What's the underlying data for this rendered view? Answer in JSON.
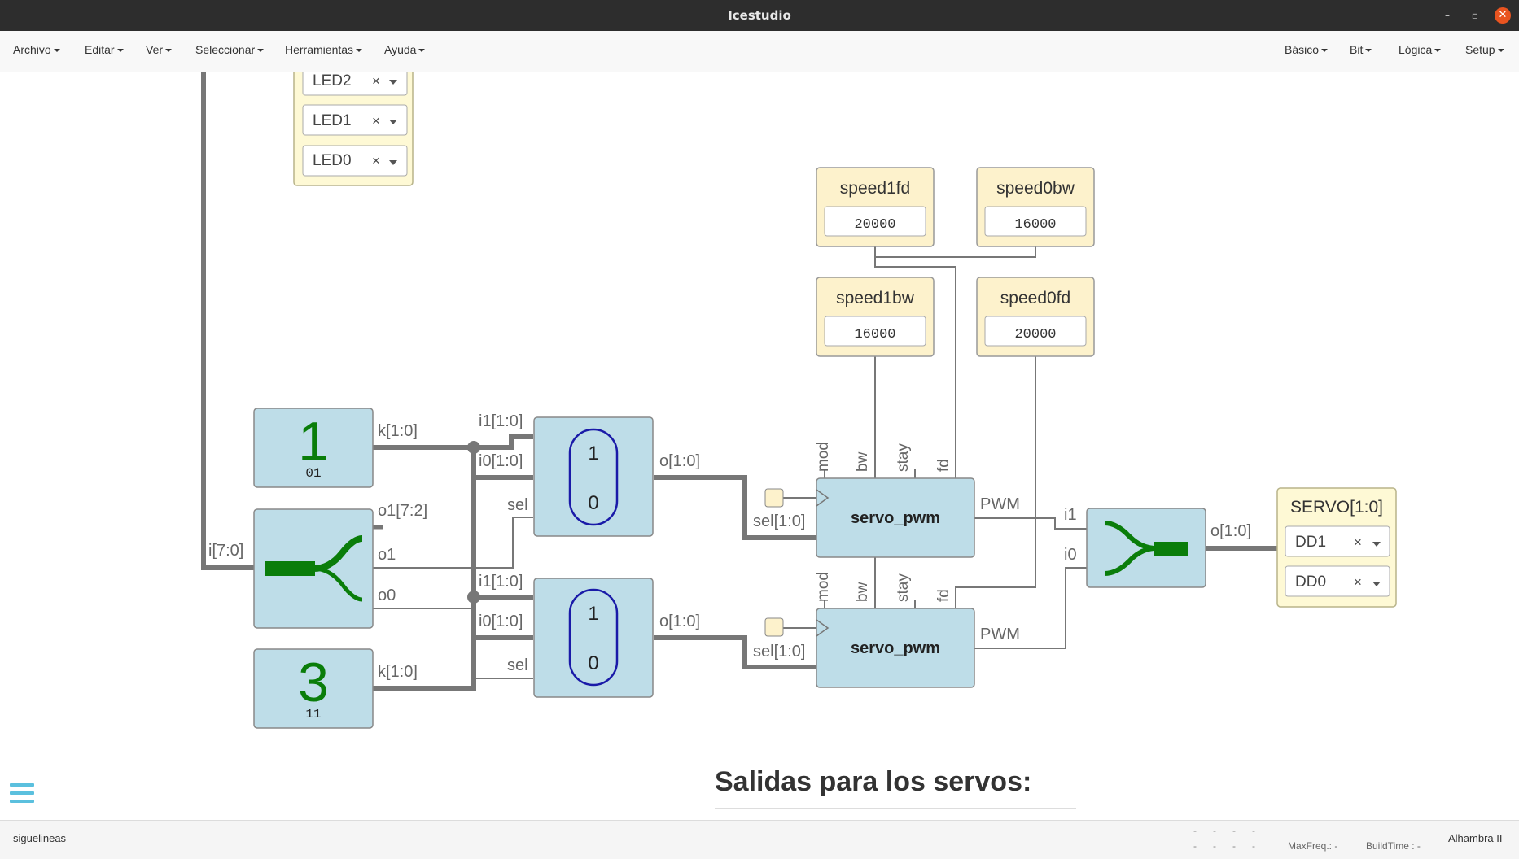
{
  "window": {
    "title": "Icestudio",
    "minimize": "–",
    "maximize": "▫",
    "close": "✕"
  },
  "menu": {
    "left": [
      "Archivo",
      "Editar",
      "Ver",
      "Seleccionar",
      "Herramientas",
      "Ayuda"
    ],
    "right": [
      "Básico",
      "Bit",
      "Lógica",
      "Setup"
    ]
  },
  "io_block_top": {
    "items": [
      "LED2",
      "LED1",
      "LED0"
    ],
    "clear": "×"
  },
  "constants": [
    {
      "name": "speed1fd",
      "value": "20000"
    },
    {
      "name": "speed0bw",
      "value": "16000"
    },
    {
      "name": "speed1bw",
      "value": "16000"
    },
    {
      "name": "speed0fd",
      "value": "20000"
    }
  ],
  "const_blocks": [
    {
      "digit": "1",
      "bits": "01",
      "port": "k[1:0]"
    },
    {
      "digit": "3",
      "bits": "11",
      "port": "k[1:0]"
    }
  ],
  "splitter": {
    "in": "i[7:0]",
    "outs": [
      "o1[7:2]",
      "o1",
      "o0"
    ]
  },
  "muxes": [
    {
      "in1": "i1[1:0]",
      "in0": "i0[1:0]",
      "sel": "sel",
      "out": "o[1:0]",
      "top": "1",
      "bottom": "0"
    },
    {
      "in1": "i1[1:0]",
      "in0": "i0[1:0]",
      "sel": "sel",
      "out": "o[1:0]",
      "top": "1",
      "bottom": "0"
    }
  ],
  "servos": [
    {
      "name": "servo_pwm",
      "ports_top": [
        "mod",
        "bw",
        "stay",
        "fd"
      ],
      "sel": "sel[1:0]",
      "out": "PWM"
    },
    {
      "name": "servo_pwm",
      "ports_top": [
        "mod",
        "bw",
        "stay",
        "fd"
      ],
      "sel": "sel[1:0]",
      "out": "PWM"
    }
  ],
  "joiner": {
    "in1": "i1",
    "in0": "i0",
    "out": "o[1:0]"
  },
  "output_block": {
    "title": "SERVO[1:0]",
    "items": [
      "DD1",
      "DD0"
    ],
    "clear": "×"
  },
  "section_title": "Salidas para los servos:",
  "status": {
    "project": "siguelineas",
    "maxfreq": "MaxFreq.: -",
    "buildtime": "BuildTime : -",
    "board": "Alhambra II"
  },
  "colors": {
    "block": "#bedde8",
    "const": "#fdf2cc",
    "io": "#fef9d5",
    "wire": "#777777",
    "green": "#0a7d0a",
    "blue": "#1a1aa8"
  }
}
